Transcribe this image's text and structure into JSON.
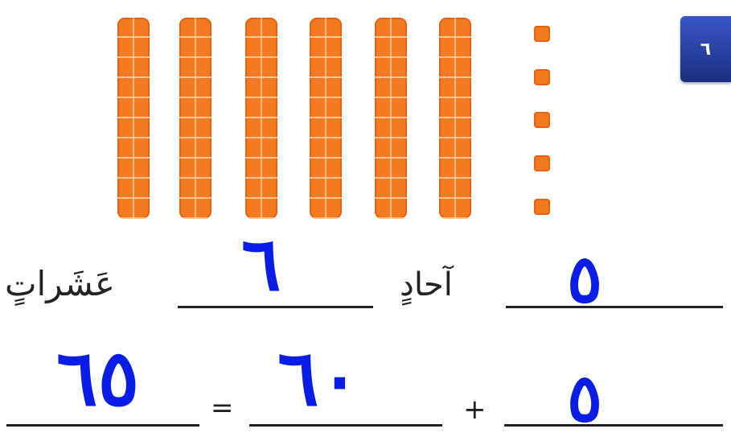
{
  "exercise_number": "٦",
  "blocks": {
    "tens_rods": 6,
    "unit_cubes": 5
  },
  "row1": {
    "ones_answer": "٥",
    "ones_label": "آحادٍ",
    "tens_answer": "٦",
    "tens_label": "عَشَراتٍ"
  },
  "row2": {
    "ones_answer": "٥",
    "plus": "+",
    "tens_value": "٦٠",
    "equals": "=",
    "total": "٦٥"
  },
  "colors": {
    "blocks": "#f47a21",
    "handwriting": "#0a1de6",
    "badge": "#2a44b0"
  }
}
